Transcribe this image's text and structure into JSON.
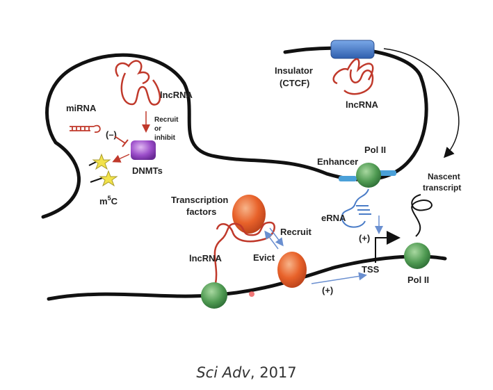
{
  "labels": {
    "insulator": "Insulator",
    "ctcf": "(CTCF)",
    "lncrna_top_right": "lncRNA",
    "mirna": "miRNA",
    "lncrna_top_left": "lncRNA",
    "recruit_or_inhibit_1": "Recruit",
    "recruit_or_inhibit_2": "or",
    "recruit_or_inhibit_3": "inhibit",
    "minus": "(–)",
    "dnmts": "DNMTs",
    "m5c_m": "m",
    "m5c_5": "5",
    "m5c_c": "C",
    "enhancer": "Enhancer",
    "pol2_enhancer": "Pol II",
    "nascent_1": "Nascent",
    "nascent_2": "transcript",
    "tf_1": "Transcription",
    "tf_2": "factors",
    "recruit": "Recruit",
    "erna": "eRNA",
    "plus_erna": "(+)",
    "lncrna_bottom": "lncRNA",
    "evict": "Evict",
    "tss": "TSS",
    "plus_tss": "(+)",
    "pol2_tss": "Pol II"
  },
  "caption": {
    "journal": "Sci Adv",
    "year": ", 2017"
  },
  "colors": {
    "dna": "#111111",
    "rna": "#c0392b",
    "erna": "#4a7cc7",
    "pol2": "#3f8f4a",
    "tf_orange": "#e8622a",
    "dnmt_purple": "#8e3fbf",
    "insulator_blue": "#3b6fc2",
    "star": "#f2e24a"
  }
}
